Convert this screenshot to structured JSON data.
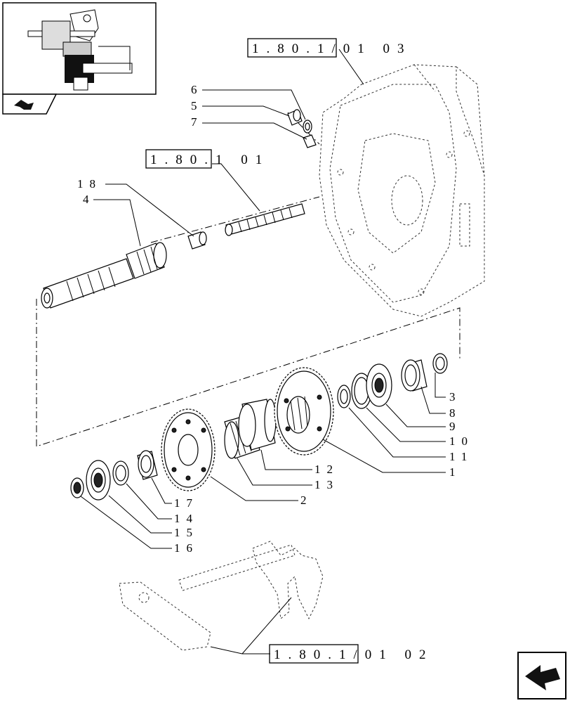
{
  "references": {
    "top": {
      "boxed": "1.80.1",
      "rest": "/01 03"
    },
    "middle": {
      "boxed": "1.80",
      "rest": ".1 01"
    },
    "bottom": {
      "boxed": "1.80.1",
      "rest": "/01 02"
    }
  },
  "callouts": [
    "6",
    "5",
    "7",
    "18",
    "4",
    "3",
    "8",
    "9",
    "10",
    "11",
    "1",
    "12",
    "13",
    "2",
    "17",
    "14",
    "15",
    "16"
  ],
  "icons": {
    "thumbnail": "assembly-thumbnail-icon",
    "thumbnail_arrow": "back-arrow-icon",
    "nav": "navigate-arrow-icon"
  }
}
